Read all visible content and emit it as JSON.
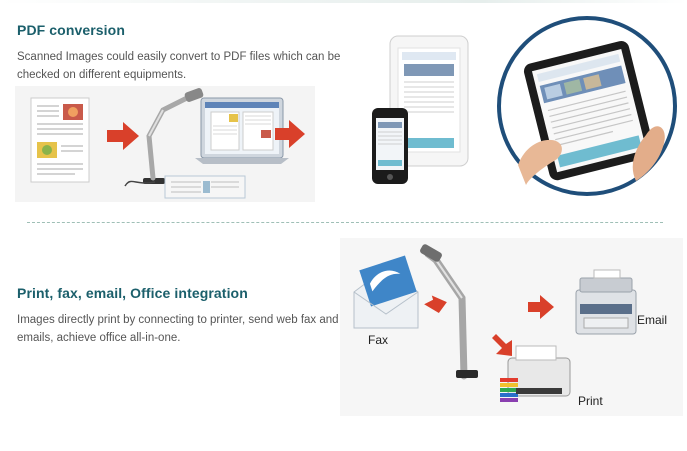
{
  "sections": [
    {
      "title": "PDF conversion",
      "text": "Scanned Images could easily convert to PDF files which can be checked on different equipments."
    },
    {
      "title": "Print, fax, email, Office integration",
      "text": "Images directly print by connecting to printer, send web fax and emails, achieve office all-in-one."
    }
  ],
  "labels": {
    "fax": "Fax",
    "email": "Email",
    "print": "Print"
  },
  "colors": {
    "title": "#1b5f6b",
    "arrow": "#d9402a",
    "divider": "#9fbfb6",
    "tablet_ring": "#1f4e7a"
  }
}
